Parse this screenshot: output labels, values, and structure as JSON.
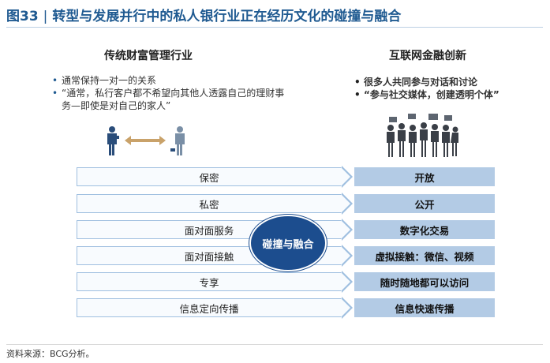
{
  "figure": {
    "label": "图33",
    "title": "转型与发展并行中的私人银行业正在经历文化的碰撞与融合"
  },
  "left": {
    "heading": "传统财富管理行业",
    "bullets": [
      "通常保持一对一的关系",
      "“通常，私行客户都不希望向其他人透露自己的理财事务—即使是对自己的家人”"
    ]
  },
  "right": {
    "heading": "互联网金融创新",
    "bullets": [
      "很多人共同参与对话和讨论",
      "“参与社交媒体，创建透明个体”"
    ]
  },
  "center_label": "碰撞与融合",
  "rows": [
    {
      "from": "保密",
      "to": "开放"
    },
    {
      "from": "私密",
      "to": "公开"
    },
    {
      "from": "面对面服务",
      "to": "数字化交易"
    },
    {
      "from": "面对面接触",
      "to": "虚拟接触：微信、视频"
    },
    {
      "from": "专享",
      "to": "随时随地都可以访问"
    },
    {
      "from": "信息定向传播",
      "to": "信息快速传播"
    }
  ],
  "source": "资料来源：BCG分析。",
  "colors": {
    "title": "#1f5a91",
    "ellipse": "#1c4d8e",
    "right_box": "#b3cbe5",
    "left_border": "#9fbfe0",
    "arrow_fill": "#c9a26a"
  },
  "icons": {
    "left_figure": "two-people-one-on-one-icon",
    "right_figure": "crowd-with-devices-icon"
  }
}
